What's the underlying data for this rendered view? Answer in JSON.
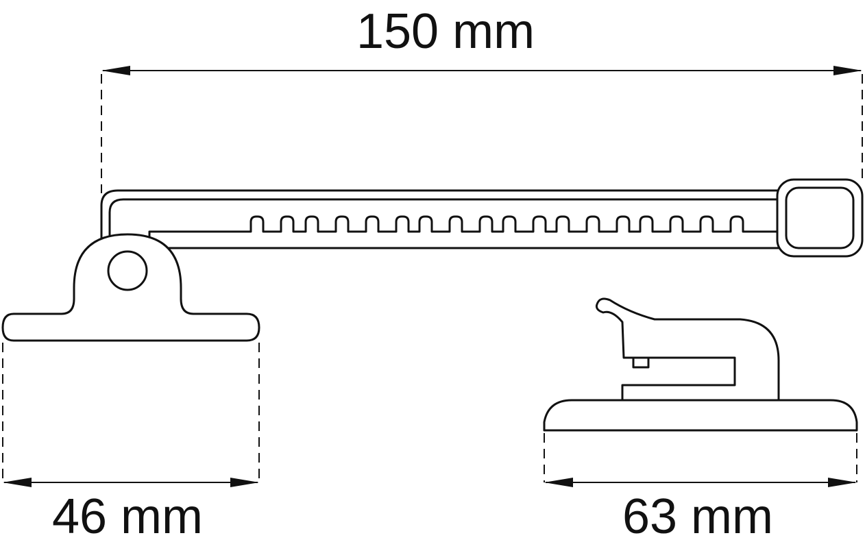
{
  "dimensions": {
    "overall_length": "150 mm",
    "left_bracket_width": "46 mm",
    "right_bracket_width": "63 mm"
  },
  "colors": {
    "stroke": "#111111",
    "background": "#ffffff"
  }
}
